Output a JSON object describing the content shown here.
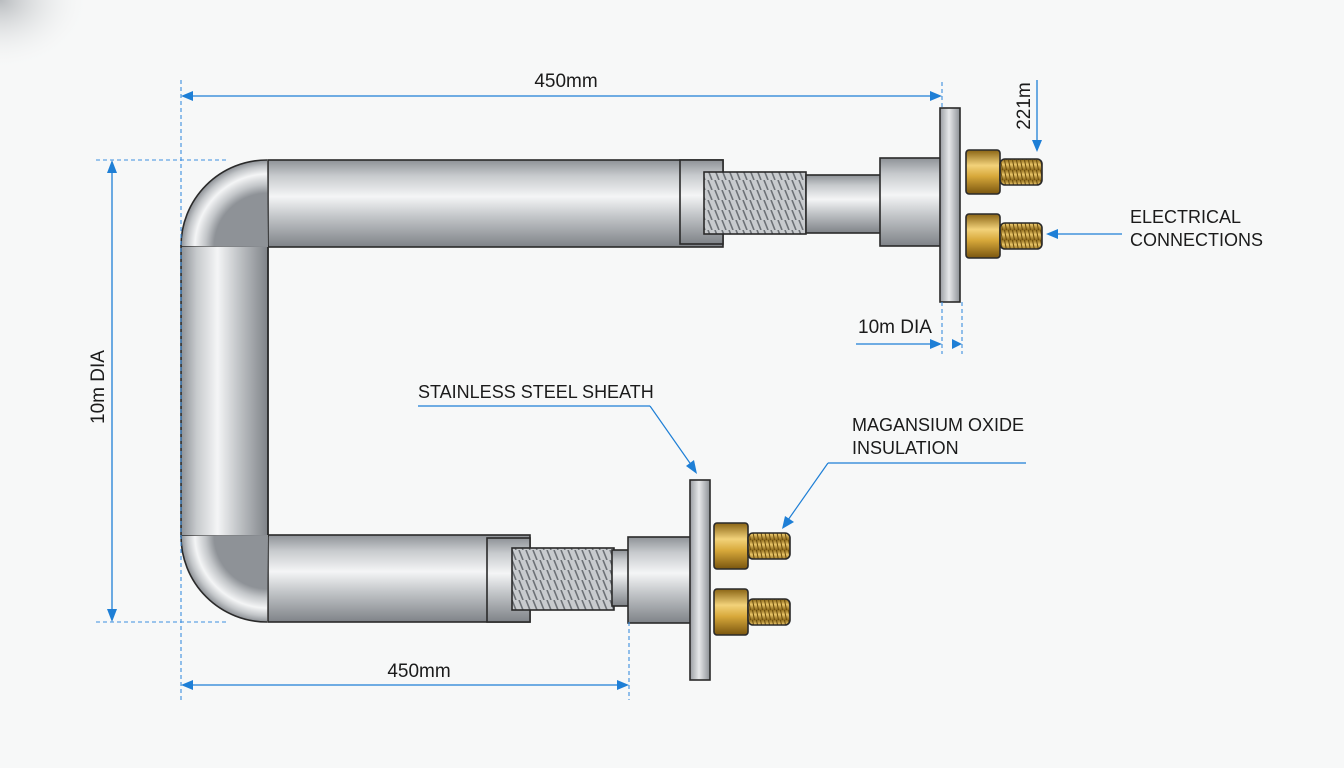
{
  "dimensions": {
    "top_length": "450mm",
    "bottom_length": "450mm",
    "height_dia": "10m DIA",
    "terminal_dia": "10m DIA",
    "stud_length": "221m"
  },
  "labels": {
    "electrical_line1": "ELECTRICAL",
    "electrical_line2": "CONNECTIONS",
    "sheath": "STAINLESS STEEL SHEATH",
    "insulation_line1": "MAGANSIUM OXIDE",
    "insulation_line2": "INSULATION"
  },
  "colors": {
    "dimension": "#1e7fd6",
    "steel_light": "#f4f5f6",
    "steel_mid": "#c9ccd0",
    "steel_dark": "#8d9196",
    "brass": "#d7a83a"
  }
}
